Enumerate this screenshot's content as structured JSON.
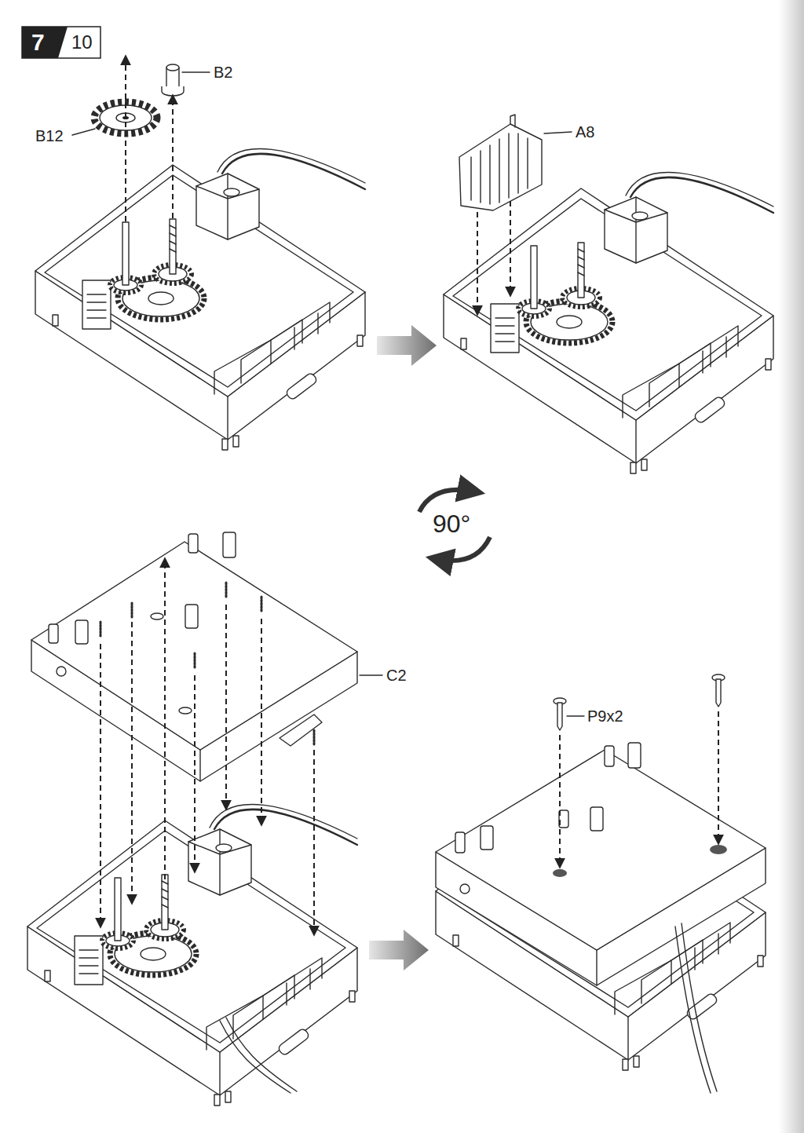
{
  "diagram": {
    "labels": [
      "7",
      "10",
      "B2",
      "B12",
      "A8",
      "C2",
      "90°",
      "P9x2"
    ]
  }
}
